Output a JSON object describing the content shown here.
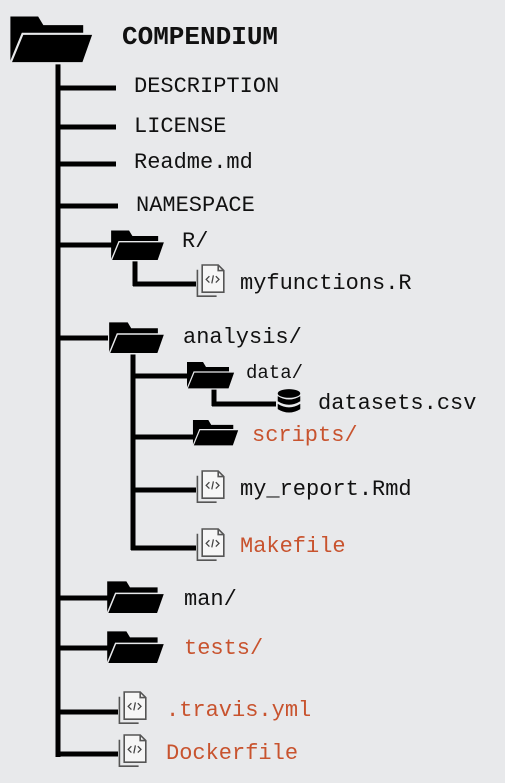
{
  "colors": {
    "line": "#000000",
    "text": "#111111",
    "highlight": "#c8532e",
    "background": "#e8e9eb"
  },
  "tree": {
    "root": {
      "label": "COMPENDIUM",
      "icon": "folder-icon"
    },
    "items": [
      {
        "label": "DESCRIPTION",
        "type": "file"
      },
      {
        "label": "LICENSE",
        "type": "file"
      },
      {
        "label": "Readme.md",
        "type": "file"
      },
      {
        "label": "NAMESPACE",
        "type": "file"
      },
      {
        "label": "R/",
        "type": "folder",
        "icon": "folder-icon"
      },
      {
        "label": "myfunctions.R",
        "type": "code-file",
        "icon": "code-file-icon"
      },
      {
        "label": "analysis/",
        "type": "folder",
        "icon": "folder-icon"
      },
      {
        "label": "data/",
        "type": "folder",
        "icon": "folder-icon"
      },
      {
        "label": "datasets.csv",
        "type": "data-file",
        "icon": "database-icon"
      },
      {
        "label": "scripts/",
        "type": "folder",
        "icon": "folder-icon",
        "highlight": true
      },
      {
        "label": "my_report.Rmd",
        "type": "code-file",
        "icon": "code-file-icon"
      },
      {
        "label": "Makefile",
        "type": "code-file",
        "icon": "code-file-icon",
        "highlight": true
      },
      {
        "label": "man/",
        "type": "folder",
        "icon": "folder-icon"
      },
      {
        "label": "tests/",
        "type": "folder",
        "icon": "folder-icon",
        "highlight": true
      },
      {
        "label": ".travis.yml",
        "type": "code-file",
        "icon": "code-file-icon",
        "highlight": true
      },
      {
        "label": "Dockerfile",
        "type": "code-file",
        "icon": "code-file-icon",
        "highlight": true
      }
    ]
  }
}
